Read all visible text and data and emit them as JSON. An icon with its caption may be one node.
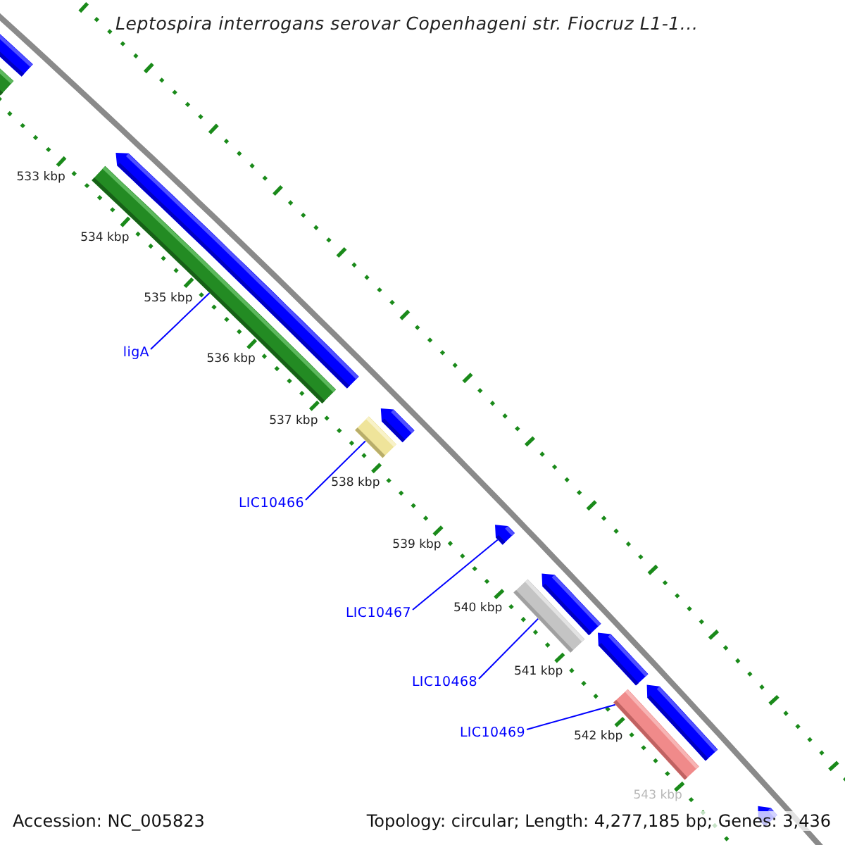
{
  "diagram": {
    "title": "Leptospira interrogans serovar Copenhageni str. Fiocruz L1-1...",
    "nodes": [
      {
        "text": [],
        "shape": "arrow"
      },
      {
        "text": [],
        "shape": "bar"
      },
      {
        "text": [
          "ligA"
        ]
      },
      {
        "text": [],
        "shape": "arrow"
      },
      {
        "text": [],
        "shape": "bar"
      },
      {
        "text": [
          "LIC10466"
        ]
      },
      {
        "text": [],
        "shape": "arrow"
      },
      {
        "text": [],
        "shape": "bar"
      },
      {
        "text": [
          "LIC10467"
        ]
      },
      {
        "text": [],
        "shape": "arrow"
      },
      {
        "text": [
          "LIC10468"
        ]
      },
      {
        "text": [],
        "shape": "arrow"
      },
      {
        "text": [],
        "shape": "bar"
      },
      {
        "text": [],
        "shape": "arrow"
      },
      {
        "text": [
          "LIC10469"
        ]
      },
      {
        "text": [],
        "shape": "arrow"
      },
      {
        "text": [],
        "shape": "bar"
      },
      {
        "text": [],
        "shape": "arrow"
      }
    ],
    "edges": [
      {
        "from": 2,
        "to": 4,
        "arrow": "none"
      },
      {
        "from": 5,
        "to": 7,
        "arrow": "none"
      },
      {
        "from": 8,
        "to": 9,
        "arrow": "none"
      },
      {
        "from": 10,
        "to": 12,
        "arrow": "none"
      },
      {
        "from": 14,
        "to": 16,
        "arrow": "none"
      }
    ],
    "labels": [
      "533 kbp",
      "534 kbp",
      "535 kbp",
      "536 kbp",
      "537 kbp",
      "538 kbp",
      "539 kbp",
      "540 kbp",
      "541 kbp",
      "542 kbp",
      "543 kbp",
      "Accession: NC_005823",
      "Topology: circular; Length: 4,277,185 bp; Genes: 3,436"
    ]
  }
}
